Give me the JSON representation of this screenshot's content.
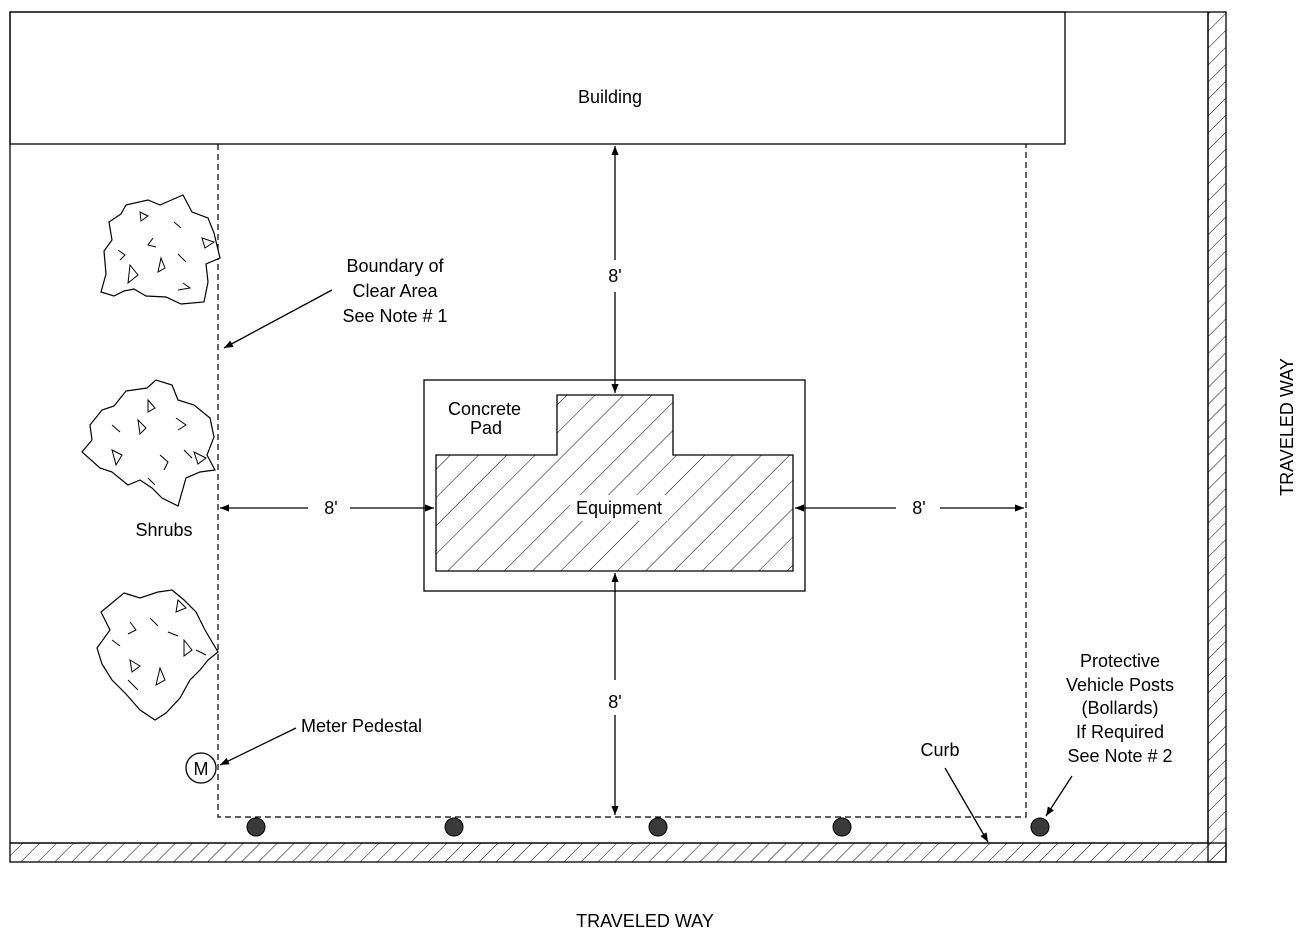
{
  "labels": {
    "building": "Building",
    "boundary": [
      "Boundary of",
      "Clear Area",
      "See Note # 1"
    ],
    "concrete_pad": [
      "Concrete",
      "Pad"
    ],
    "equipment": "Equipment",
    "shrubs": "Shrubs",
    "meter_pedestal": "Meter Pedestal",
    "meter_symbol": "M",
    "curb": "Curb",
    "bollards": [
      "Protective",
      "Vehicle Posts",
      "(Bollards)",
      "If Required",
      "See Note # 2"
    ],
    "traveled_way_bottom": "TRAVELED WAY",
    "traveled_way_right": "TRAVELED WAY"
  },
  "dimensions": {
    "top": "8'",
    "left": "8'",
    "right": "8'",
    "bottom": "8'"
  },
  "colors": {
    "line": "#000000",
    "background": "#ffffff",
    "bollard_fill": "#3a3a3a"
  }
}
